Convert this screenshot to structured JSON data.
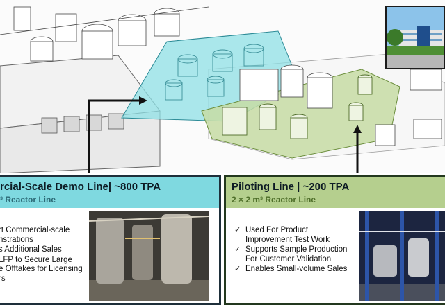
{
  "colors": {
    "demo_zone": "#8fe0e6",
    "pilot_zone": "#c7dca4",
    "demo_panel": "#7fd9e0",
    "pilot_panel": "#b5cf8e",
    "arrow": "#111111"
  },
  "demo_panel": {
    "title": "rcial-Scale Demo Line| ~800 TPA",
    "subtitle": "³ Reactor Line",
    "bullets": [
      [
        "rt Commercial-scale",
        "nstrations"
      ],
      [
        "s Additional Sales"
      ],
      [
        "LFP to Secure Large",
        "e Offtakes for Licensing",
        "rs"
      ]
    ]
  },
  "pilot_panel": {
    "title": "Piloting Line | ~200 TPA",
    "subtitle": "2 × 2 m³ Reactor Line",
    "bullets": [
      [
        "Used For Product",
        "Improvement Test Work"
      ],
      [
        "Supports Sample Production",
        "For Customer Validation"
      ],
      [
        "Enables Small-volume Sales"
      ]
    ]
  },
  "icons": {
    "check": "check-icon",
    "arrow_demo": "arrow-up-icon",
    "arrow_pilot": "arrow-up-icon"
  }
}
